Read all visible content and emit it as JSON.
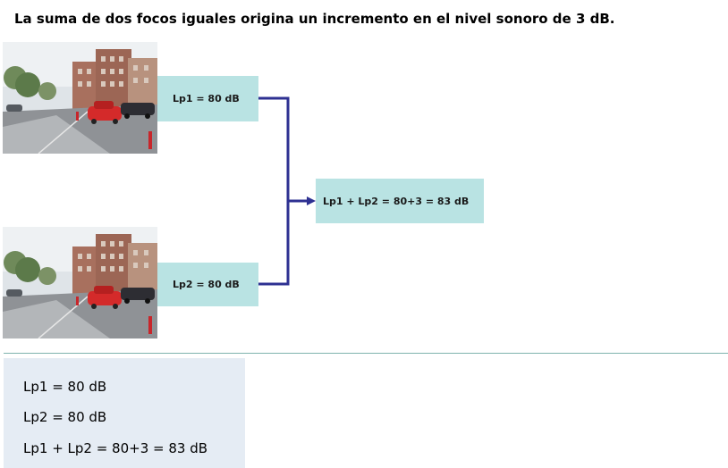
{
  "title": "La suma de dos focos iguales origina un incremento en el nivel sonoro de 3 dB.",
  "diagram": {
    "source_1_label": "Lp1 = 80 dB",
    "source_2_label": "Lp2 = 80 dB",
    "sum_label": "Lp1 + Lp2 = 80+3 = 83 dB",
    "box_color": "#b9e3e3",
    "connector_color": "#2e3192"
  },
  "formulas": {
    "line_1": "Lp1 = 80 dB",
    "line_2": "Lp2 = 80 dB",
    "line_3": "Lp1 + Lp2 = 80+3 = 83 dB"
  }
}
